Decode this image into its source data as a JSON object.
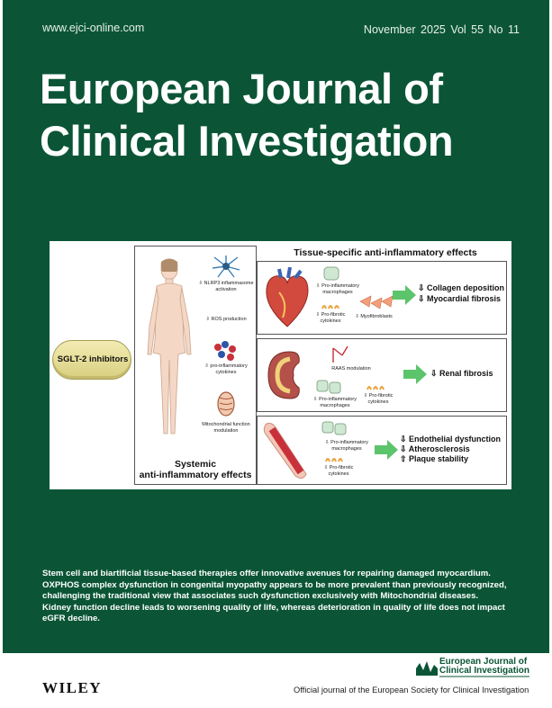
{
  "header": {
    "website": "www.ejci-online.com",
    "issue": "November 2025  Vol 55  No 11",
    "title_line1": "European Journal of",
    "title_line2": "Clinical Investigation"
  },
  "figure": {
    "drug_label": "SGLT-2 inhibitors",
    "systemic": {
      "items": [
        "⇩ NLRP3 inflammasome activation",
        "⇩ ROS production",
        "⇩ pro-inflammatory cytokines",
        "Mitochondrial function modulation"
      ],
      "title_line1": "Systemic",
      "title_line2": "anti-inflammatory effects"
    },
    "tissue_title": "Tissue-specific anti-inflammatory effects",
    "heart": {
      "macrophages": "⇩ Pro-inflammatory macrophages",
      "cytokines": "⇩ Pro-fibrotic cytokines",
      "myofibroblasts": "⇩ Myofibroblasts",
      "effects": [
        "⇩ Collagen deposition",
        "⇩ Myocardial fibrosis"
      ]
    },
    "kidney": {
      "raas": "RAAS modulation",
      "macrophages": "⇩ Pro-inflammatory macrophages",
      "cytokines": "⇩ Pro-fibrotic cytokines",
      "effects": [
        "⇩ Renal fibrosis"
      ]
    },
    "vessel": {
      "macrophages": "⇩ Pro-inflammatory macrophages",
      "cytokines": "⇩ Pro-fibrotic cytokines",
      "effects": [
        "⇩ Endothelial dysfunction",
        "⇩ Atherosclerosis",
        "⇧ Plaque stability"
      ]
    }
  },
  "summary": [
    "Stem cell and biartificial tissue-based therapies offer innovative avenues for repairing damaged myocardium.",
    "OXPHOS complex dysfunction in congenital myopathy appears to be more prevalent than previously recognized, challenging the traditional view that associates such dysfunction exclusively with Mitochondrial diseases.",
    "Kidney function decline leads to worsening quality of life, whereas deterioration in quality of life does not impact eGFR decline."
  ],
  "footer": {
    "publisher": "WILEY",
    "logo_line1": "European Journal of",
    "logo_line2": "Clinical Investigation",
    "official": "Official journal of the European Society for Clinical Investigation"
  },
  "colors": {
    "cover_green": "#0b5536",
    "arrow_green": "#5cc46a"
  }
}
